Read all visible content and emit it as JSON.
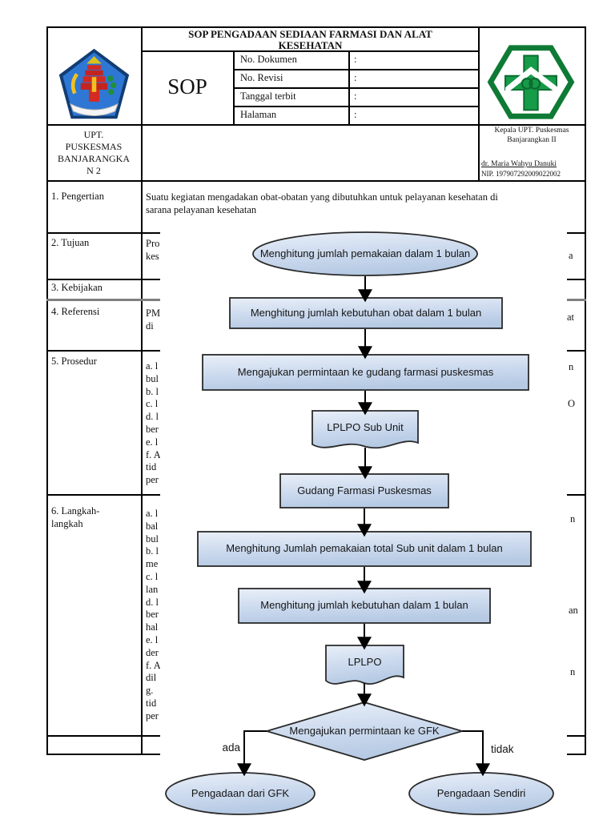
{
  "header": {
    "title_lines": [
      "SOP PENGADAAN SEDIAAN FARMASI DAN ALAT",
      "KESEHATAN"
    ],
    "sop_label": "SOP",
    "fields": [
      "No. Dokumen",
      "No. Revisi",
      "Tanggal terbit",
      "Halaman"
    ],
    "colon": ":",
    "unit_name_lines": [
      "UPT.",
      "PUSKESMAS",
      "BANJARANGKA",
      "N 2"
    ],
    "signature": {
      "title_lines": [
        "Kepala UPT. Puskesmas",
        "Banjarangkan II"
      ],
      "name": "dr. Maria Wahyu Danuki",
      "nip": "NIP. 197907292009022002"
    }
  },
  "rows": [
    {
      "label": "1. Pengertian",
      "lines": [
        "Suatu kegiatan mengadakan obat-obatan yang dibutuhkan untuk pelayanan kesehatan di",
        "sarana pelayanan kesehatan"
      ]
    },
    {
      "label": "2. Tujuan",
      "left_fragments": [
        "Pro",
        "kes"
      ],
      "right_fragments": [
        "a"
      ]
    },
    {
      "label": "3. Kebijakan"
    },
    {
      "label": "4. Referensi",
      "left_fragments": [
        "PM",
        "di"
      ],
      "right_fragments": [
        "at"
      ]
    },
    {
      "label": "5. Prosedur",
      "left_fragments": [
        "a. l",
        "bul",
        "b. l",
        "c. l",
        "d. l",
        "ber",
        "e. l",
        "f. A",
        "tid",
        "per"
      ],
      "right_fragments": [
        "n",
        "O"
      ]
    },
    {
      "label": "6. Langkah-langkah",
      "label_lines": [
        "6. Langkah-",
        "langkah"
      ],
      "left_fragments": [
        "a. l",
        "bal",
        "bul",
        "b. l",
        "me",
        "c. l",
        "lan",
        "d. l",
        "ber",
        "hal",
        "e. l",
        "der",
        "f. A",
        "dil",
        "g. ",
        "tid",
        "per"
      ],
      "right_fragments": [
        "n",
        "an",
        "n"
      ]
    }
  ],
  "flowchart": {
    "nodes": {
      "start": "Menghitung jumlah pemakaian dalam 1 bulan",
      "step1": "Menghitung jumlah kebutuhan obat dalam 1 bulan",
      "step2": "Mengajukan permintaan ke gudang farmasi puskesmas",
      "doc1": "LPLPO Sub Unit",
      "step3": "Gudang Farmasi Puskesmas",
      "step4": "Menghitung Jumlah pemakaian total Sub unit dalam 1 bulan",
      "step5": "Menghitung jumlah kebutuhan dalam 1 bulan",
      "doc2": "LPLPO",
      "decision": "Mengajukan permintaan ke GFK",
      "end_yes": "Pengadaan dari GFK",
      "end_no": "Pengadaan Sendiri"
    },
    "branches": {
      "yes": "ada",
      "no": "tidak"
    },
    "colors": {
      "shape_fill_light": "#e9eff8",
      "shape_fill_dark": "#b6cae4",
      "shape_stroke": "#2a2a2a",
      "arrow": "#000000"
    }
  },
  "icons": {
    "left_logo": "bali-regency-crest",
    "right_logo": "puskesmas-green-cross"
  },
  "colors": {
    "table_border": "#000000",
    "gray_divider": "#7f7f7f",
    "logo_green": "#169b48",
    "logo_green_dark": "#0e7a35",
    "crest_blue": "#2e77d4",
    "crest_red": "#d42a22"
  }
}
